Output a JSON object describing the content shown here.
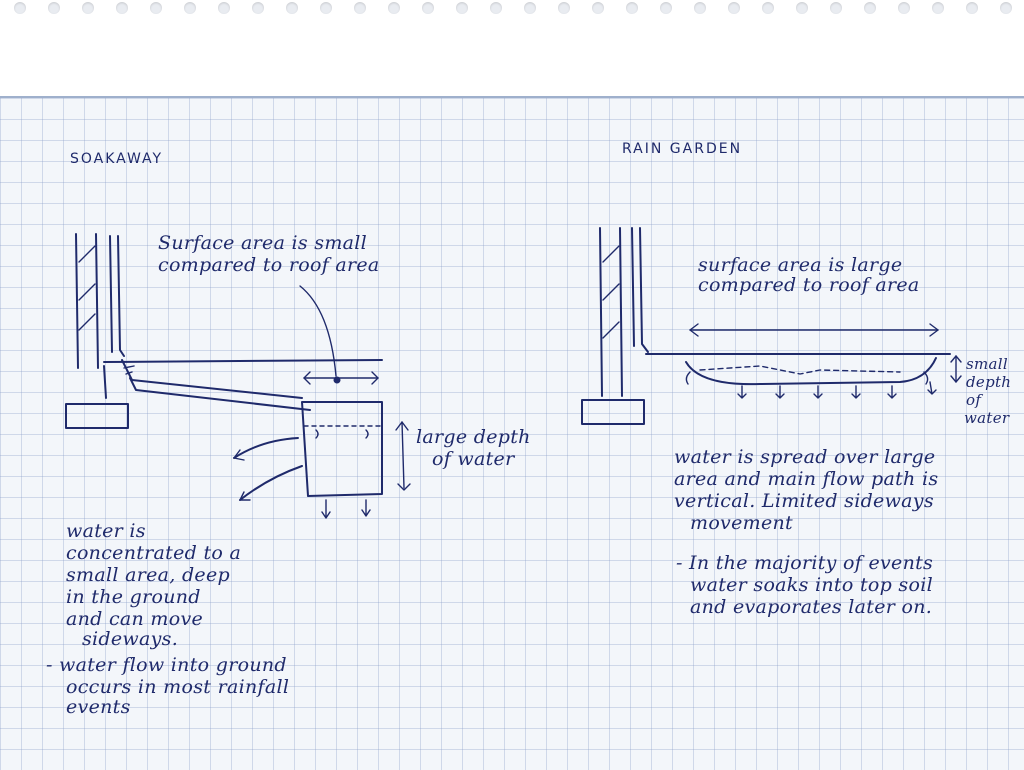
{
  "soakaway": {
    "title": "SOAKAWAY",
    "surface_note": [
      "Surface area is small",
      "compared to roof area"
    ],
    "depth_note": [
      "large depth",
      "of water"
    ],
    "description": [
      "water is",
      "concentrated to a",
      "small area, deep",
      "in the ground",
      "and can move",
      "sideways."
    ],
    "bullet": [
      "- water flow into ground",
      "occurs in most rainfall",
      "events"
    ]
  },
  "rain_garden": {
    "title": "RAIN GARDEN",
    "surface_note": [
      "surface area is large",
      "compared to roof area"
    ],
    "depth_note": [
      "small",
      "depth",
      "of",
      "water"
    ],
    "description": [
      "water is spread over large",
      "area and main flow path is",
      "vertical. Limited sideways",
      "movement"
    ],
    "bullet": [
      "- In the majority of events",
      "water soaks into top soil",
      "and evaporates later on."
    ]
  },
  "colors": {
    "ink": "#1f2a6b",
    "grid": "#8ca0c8",
    "paper": "#f3f6fa"
  }
}
